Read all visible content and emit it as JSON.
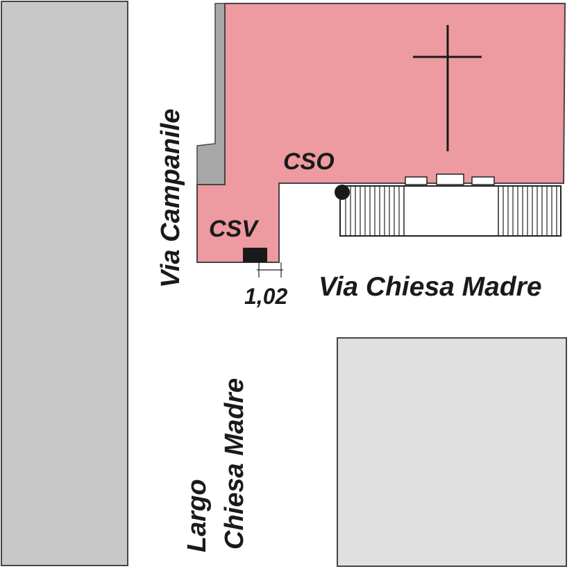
{
  "labels": {
    "csv": "CSV",
    "cso": "CSO",
    "dimension": "1,02",
    "via_chiesa_madre": "Via Chiesa Madre",
    "via_campanile": "Via Campanile",
    "largo_line1": "Largo",
    "largo_line2": "Chiesa Madre"
  },
  "colors": {
    "church": "#ed9aa0",
    "block_left": "#c8c8c8",
    "block_right": "#e0e0e0",
    "wall_strip": "#a8a8a8",
    "outline": "#444444",
    "marker": "#1a1a1a"
  },
  "icons": {
    "cross": "latin-cross-icon"
  }
}
